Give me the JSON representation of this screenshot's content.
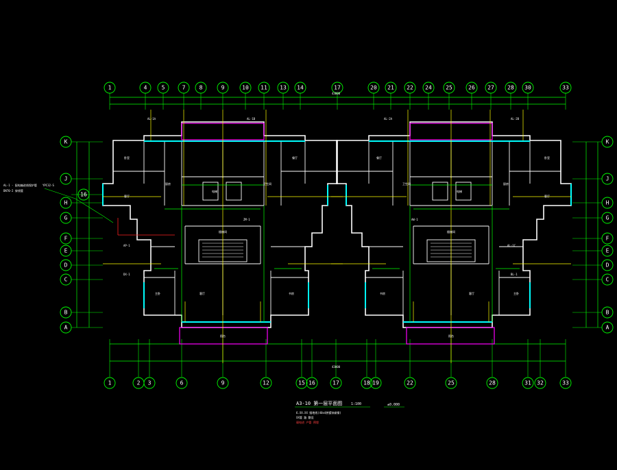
{
  "drawing": {
    "title": "A3-10 第一层平面图",
    "scale": "1:100",
    "north_mark": "±0.000",
    "legend": [
      {
        "text": "6.XX.XX 接地线(40x4热镀锌扁钢)",
        "color": "#ffffff"
      },
      {
        "text": "XX管 路 敷设",
        "color": "#ffffff"
      },
      {
        "text": "弱电进 户管 预埋",
        "color": "#ff4040"
      }
    ],
    "side_annotation": [
      "AL-1 - 配电箱进线保护管",
      "DN70-2 穿线管",
      "YPC32-S"
    ],
    "top_axes": [
      "1",
      "4",
      "5",
      "7",
      "8",
      "9",
      "10",
      "11",
      "13",
      "14",
      "17",
      "20",
      "21",
      "22",
      "24",
      "25",
      "26",
      "27",
      "28",
      "30",
      "33"
    ],
    "bottom_axes": [
      "1",
      "2",
      "3",
      "6",
      "9",
      "12",
      "15",
      "16",
      "17",
      "18",
      "19",
      "22",
      "25",
      "28",
      "31",
      "32",
      "33"
    ],
    "left_rows": [
      "K",
      "J",
      "16",
      "H",
      "G",
      "F",
      "E",
      "D",
      "C",
      "B",
      "A"
    ],
    "right_rows": [
      "K",
      "J",
      "H",
      "G",
      "F",
      "E",
      "D",
      "C",
      "B",
      "A"
    ],
    "top_overall_dim": "43000",
    "bottom_overall_dim": "43000",
    "room_labels": [
      "卧室",
      "客厅",
      "厨房",
      "卫生间",
      "餐厅",
      "阳台",
      "主卧",
      "书房",
      "电梯",
      "楼梯间",
      "客厅",
      "卧室",
      "客厅",
      "厨房",
      "卫生间",
      "餐厅",
      "阳台",
      "主卧",
      "书房",
      "电梯",
      "楼梯间",
      "客厅"
    ],
    "annotations": [
      "AL-1A",
      "AL-1B",
      "AL-2A",
      "AL-2B",
      "ZM-1",
      "AW-1",
      "AP-1",
      "AL-1C",
      "DX-1",
      "BL-1"
    ]
  },
  "colors": {
    "background": "#000000",
    "axis": "#00ff00",
    "wall": "#ffffff",
    "cyan": "#00ffff",
    "magenta": "#ff00ff",
    "yellow": "#ffff00",
    "red": "#ff2020",
    "text": "#ffffff"
  }
}
